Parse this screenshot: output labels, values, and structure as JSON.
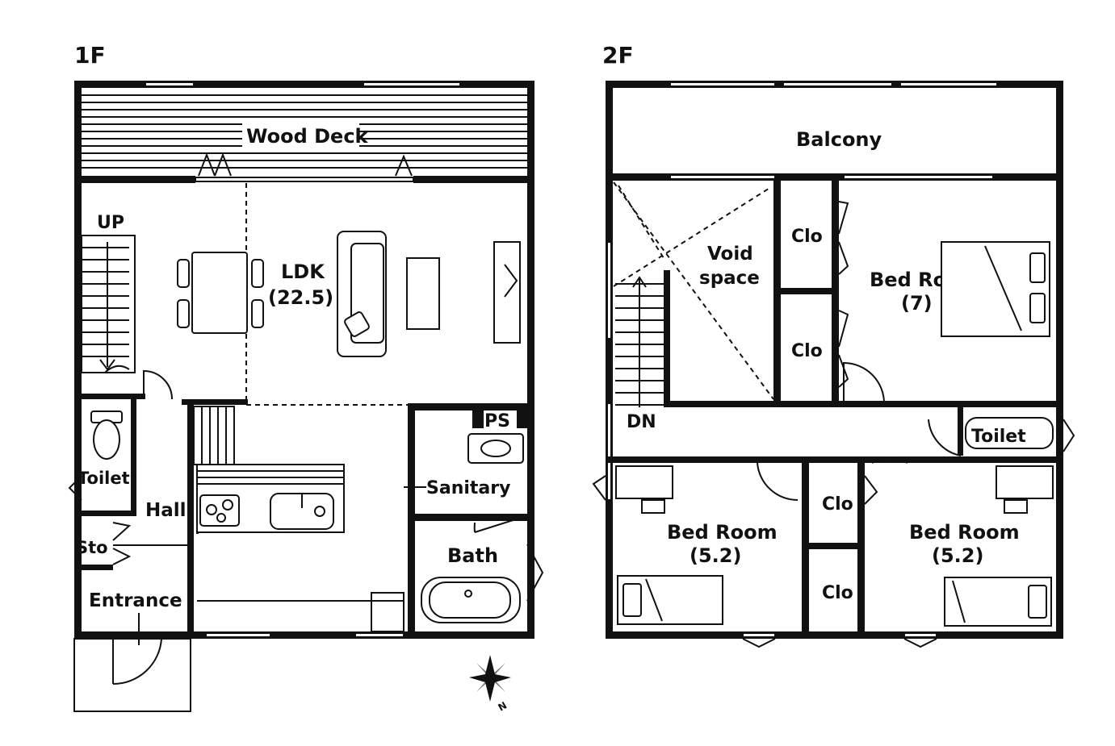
{
  "floors": {
    "first": {
      "label": "1F"
    },
    "second": {
      "label": "2F"
    }
  },
  "rooms_1f": {
    "wood_deck": "Wood Deck",
    "up": "UP",
    "ldk": "LDK",
    "ldk_size": "(22.5)",
    "toilet": "Toilet",
    "hall": "Hall",
    "storage": "Sto",
    "entrance": "Entrance",
    "ps": "PS",
    "sanitary": "Sanitary",
    "bath": "Bath"
  },
  "rooms_2f": {
    "balcony": "Balcony",
    "void_line1": "Void",
    "void_line2": "space",
    "closet_1": "Clo",
    "closet_2": "Clo",
    "closet_3": "Clo",
    "closet_4": "Clo",
    "bedroom_main": "Bed Room",
    "bedroom_main_size": "(7)",
    "down": "DN",
    "toilet": "Toilet",
    "bedroom_left": "Bed Room",
    "bedroom_left_size": "(5.2)",
    "bedroom_right": "Bed Room",
    "bedroom_right_size": "(5.2)"
  },
  "compass": {
    "north_label": "N"
  },
  "colors": {
    "line": "#111111",
    "background": "#ffffff"
  }
}
